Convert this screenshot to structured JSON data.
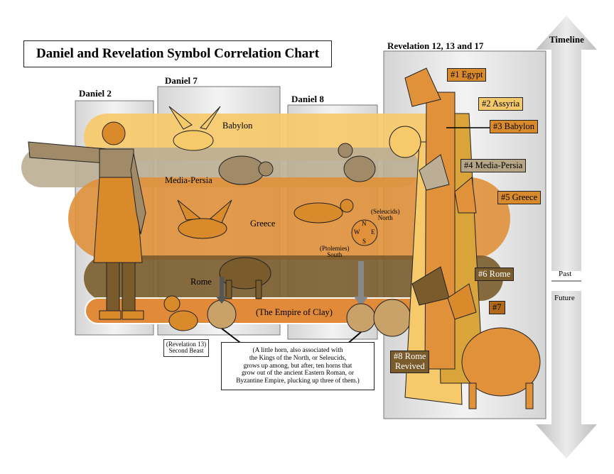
{
  "title": "Daniel and Revelation Symbol Correlation Chart",
  "columns": {
    "daniel2": "Daniel 2",
    "daniel7": "Daniel 7",
    "daniel8": "Daniel 8",
    "revelation": "Revelation 12, 13 and 17"
  },
  "empires": {
    "babylon": "Babylon",
    "media_persia": "Media-Persia",
    "greece": "Greece",
    "rome": "Rome",
    "clay": "(The Empire of Clay)"
  },
  "compass": {
    "north": "(Seleucids)\nNorth",
    "south": "(Ptolemies)\nSouth",
    "n": "N",
    "w": "W",
    "e": "E",
    "s": "S"
  },
  "second_beast": "(Revelation 13)\nSecond Beast",
  "note": "(A little horn, also associated with\nthe Kings of the North, or Seleucids,\ngrows up among, but after, ten horns that\ngrow out of the ancient Eastern Roman, or\nByzantine Empire, plucking up three of them.)",
  "heads": [
    "#1 Egypt",
    "#2 Assyria",
    "#3 Babylon",
    "#4 Media-Persia",
    "#5 Greece",
    "#6 Rome",
    "#7"
  ],
  "rome_revived": "#8 Rome\nRevived",
  "timeline": {
    "label": "Timeline",
    "past": "Past",
    "future": "Future"
  },
  "colors": {
    "babylon_band": "#f6c96a",
    "persia_band": "#bcae94",
    "greece_band": "#e0913a",
    "rome_band": "#7a5b2c",
    "clay_band": "#e08a3a",
    "panel": "#e6e6e6"
  }
}
